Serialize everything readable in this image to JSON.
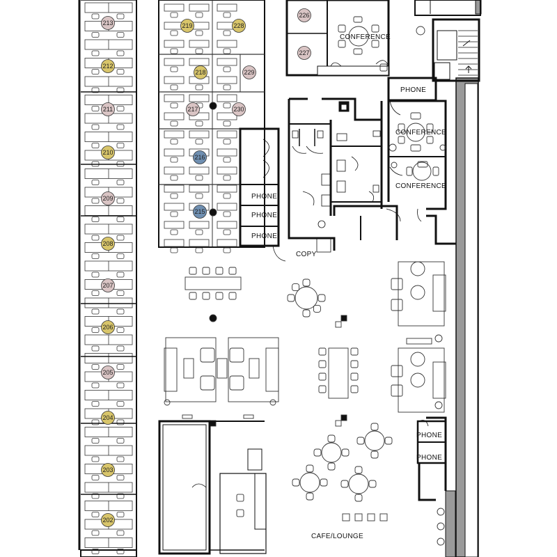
{
  "colors": {
    "wall": "#111111",
    "wall_gray": "#9a9a9a",
    "line": "#333333",
    "badge_pink": "#d9c4c4",
    "badge_gold": "#d8c56a",
    "badge_blue": "#6f8fb1"
  },
  "desks": [
    {
      "num": "213",
      "color": "pink"
    },
    {
      "num": "212",
      "color": "gold"
    },
    {
      "num": "211",
      "color": "pink"
    },
    {
      "num": "210",
      "color": "gold"
    },
    {
      "num": "209",
      "color": "pink"
    },
    {
      "num": "208",
      "color": "gold"
    },
    {
      "num": "207",
      "color": "pink"
    },
    {
      "num": "206",
      "color": "gold"
    },
    {
      "num": "205",
      "color": "pink"
    },
    {
      "num": "204",
      "color": "gold"
    },
    {
      "num": "203",
      "color": "gold"
    },
    {
      "num": "202",
      "color": "gold"
    },
    {
      "num": "219",
      "color": "gold"
    },
    {
      "num": "228",
      "color": "gold"
    },
    {
      "num": "218",
      "color": "gold"
    },
    {
      "num": "229",
      "color": "pink"
    },
    {
      "num": "217",
      "color": "pink"
    },
    {
      "num": "230",
      "color": "pink"
    },
    {
      "num": "216",
      "color": "blue"
    },
    {
      "num": "215",
      "color": "blue"
    },
    {
      "num": "226",
      "color": "pink"
    },
    {
      "num": "227",
      "color": "pink"
    }
  ],
  "rooms": {
    "conference_top": "CONFERENCE",
    "conference_mid": "CONFERENCE",
    "conference_low": "CONFERENCE",
    "phone_right_top": "PHONE",
    "phone_left_1": "PHONE",
    "phone_left_2": "PHONE",
    "phone_left_3": "PHONE",
    "copy": "COPY",
    "phone_right_1": "PHONE",
    "phone_right_2": "PHONE",
    "cafe": "CAFE/LOUNGE"
  }
}
